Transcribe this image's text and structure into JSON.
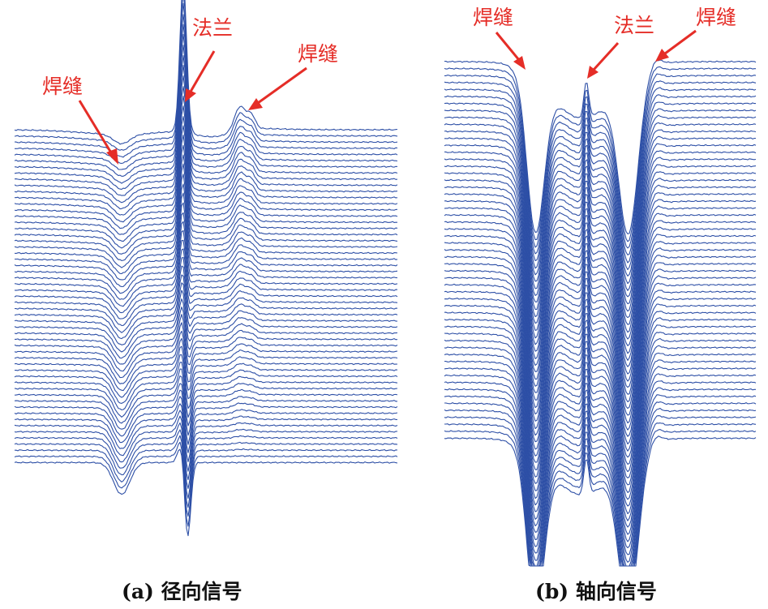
{
  "chart_data": [
    {
      "type": "line",
      "title": "",
      "caption": "(a) 径向信号",
      "series_count": 55,
      "annotations": [
        "焊缝",
        "法兰",
        "焊缝"
      ],
      "color": "#2d4fa6"
    },
    {
      "type": "line",
      "title": "",
      "caption": "(b) 轴向信号",
      "series_count": 55,
      "annotations": [
        "焊缝",
        "法兰",
        "焊缝"
      ],
      "color": "#2d4fa6"
    }
  ],
  "annotation_color": "#e52d27"
}
